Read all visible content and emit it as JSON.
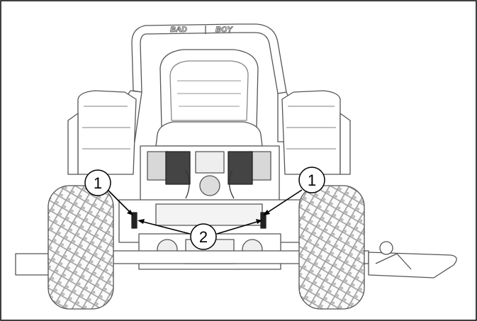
{
  "figure": {
    "brand_text_left": "BAD",
    "brand_text_right": "BOY",
    "callouts": [
      {
        "id": "left-1",
        "label": "1"
      },
      {
        "id": "right-1",
        "label": "1"
      },
      {
        "id": "center-2",
        "label": "2"
      }
    ]
  }
}
